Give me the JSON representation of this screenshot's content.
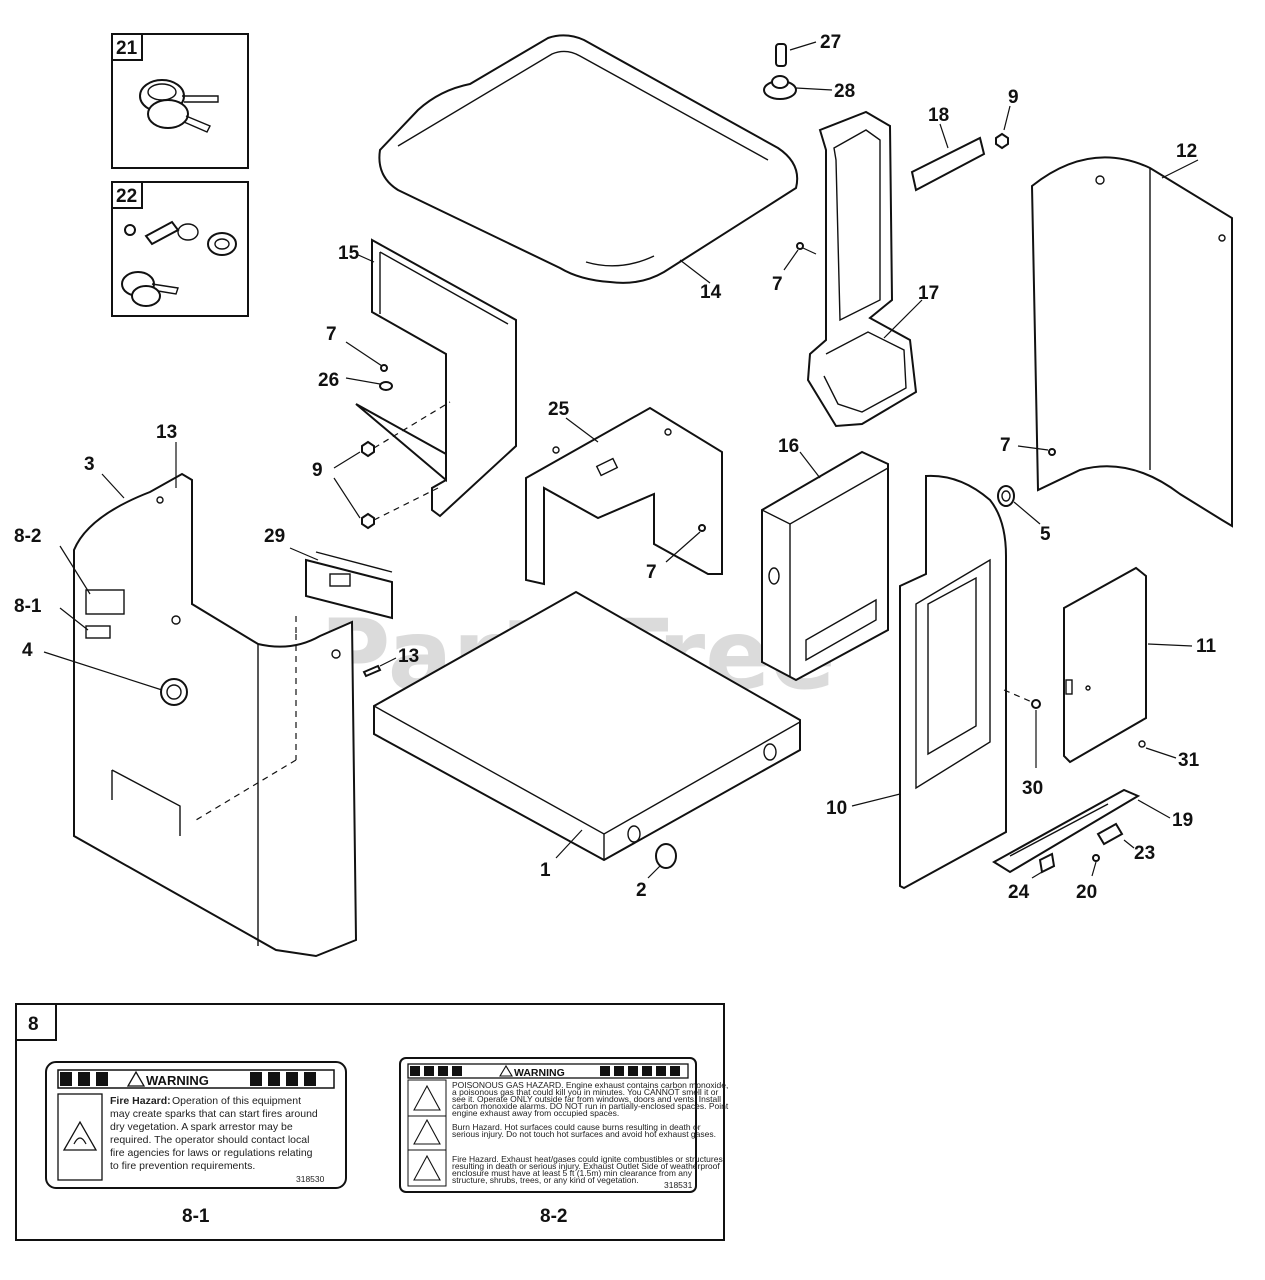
{
  "watermark": "PartsTree",
  "callouts": {
    "c1": "1",
    "c2": "2",
    "c3": "3",
    "c4": "4",
    "c5": "5",
    "c7a": "7",
    "c7b": "7",
    "c7c": "7",
    "c7d": "7",
    "c8_1": "8-1",
    "c8_2": "8-2",
    "c9a": "9",
    "c9b": "9",
    "c10": "10",
    "c11": "11",
    "c12": "12",
    "c13a": "13",
    "c13b": "13",
    "c14": "14",
    "c15": "15",
    "c16": "16",
    "c17": "17",
    "c18": "18",
    "c19": "19",
    "c20": "20",
    "c21": "21",
    "c22": "22",
    "c23": "23",
    "c24": "24",
    "c25": "25",
    "c26": "26",
    "c27": "27",
    "c28": "28",
    "c29": "29",
    "c30": "30",
    "c31": "31"
  },
  "decal_panel": {
    "box_label": "8",
    "label_8_1": {
      "header": "WARNING",
      "title": "Fire Hazard:",
      "lines": [
        "Operation of this equipment",
        "may create sparks that can start fires around",
        "dry vegetation. A spark arrestor may be",
        "required. The operator should contact local",
        "fire agencies for laws or regulations relating",
        "to fire prevention requirements."
      ],
      "part_no": "318530",
      "caption": "8-1"
    },
    "label_8_2": {
      "header": "WARNING",
      "sections": [
        [
          "POISONOUS GAS HAZARD. Engine exhaust contains carbon monoxide,",
          "a poisonous gas that could kill you in minutes. You CANNOT smell it or",
          "see it. Operate ONLY outside far from windows, doors and vents. Install",
          "carbon monoxide alarms. DO NOT run in partially-enclosed spaces. Point",
          "engine exhaust away from occupied spaces."
        ],
        [
          "Burn Hazard. Hot surfaces could cause burns resulting in death or",
          "serious injury. Do not touch hot surfaces and avoid hot exhaust gases."
        ],
        [
          "Fire Hazard. Exhaust heat/gases could ignite combustibles or structures",
          "resulting in death or serious injury. Exhaust Outlet Side of weatherproof",
          "enclosure must have at least 5 ft (1.5m) min clearance from any",
          "structure, shrubs, trees, or any kind of vegetation."
        ]
      ],
      "part_no": "318531",
      "caption": "8-2"
    }
  },
  "colors": {
    "line": "#111111",
    "watermark": "#bdbdbd",
    "background": "#ffffff"
  }
}
